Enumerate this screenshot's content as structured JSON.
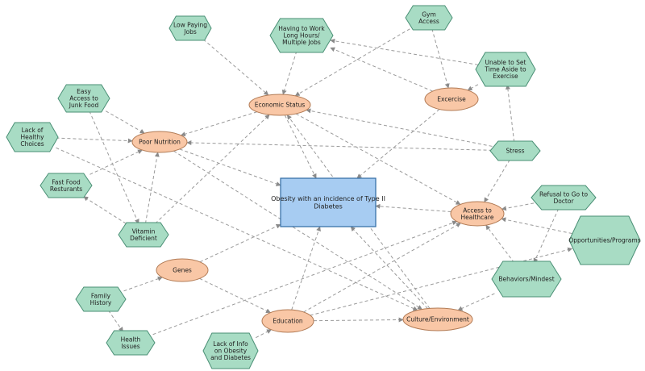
{
  "nodes": {
    "central": {
      "label": [
        "Obesity with an incidence of Type II",
        "Diabetes"
      ]
    },
    "economic_status": {
      "label": [
        "Economic Status"
      ]
    },
    "poor_nutrition": {
      "label": [
        "Poor Nutrition"
      ]
    },
    "excercise": {
      "label": [
        "Excercise"
      ]
    },
    "access_healthcare": {
      "label": [
        "Access to",
        "Healthcare"
      ]
    },
    "genes": {
      "label": [
        "Genes"
      ]
    },
    "education": {
      "label": [
        "Education"
      ]
    },
    "culture_environment": {
      "label": [
        "Culture/Environment"
      ]
    },
    "low_paying_jobs": {
      "label": [
        "Low Paying",
        "Jobs"
      ]
    },
    "work_long_hours": {
      "label": [
        "Having to Work",
        "Long Hours/",
        "Multiple Jobs"
      ]
    },
    "gym_access": {
      "label": [
        "Gym",
        "Access"
      ]
    },
    "unable_set_time": {
      "label": [
        "Unable to Set",
        "Time Aside to",
        "Exercise"
      ]
    },
    "easy_access_junk": {
      "label": [
        "Easy",
        "Access to",
        "Junk Food"
      ]
    },
    "lack_healthy_choices": {
      "label": [
        "Lack of",
        "Healthy",
        "Choices"
      ]
    },
    "fast_food": {
      "label": [
        "Fast Food",
        "Resturants"
      ]
    },
    "stress": {
      "label": [
        "Stress"
      ]
    },
    "refusal_doctor": {
      "label": [
        "Refusal to Go to",
        "Doctor"
      ]
    },
    "opportunities": {
      "label": [
        "Opportunities/Programs"
      ]
    },
    "vitamin_deficient": {
      "label": [
        "Vitamin",
        "Deficient"
      ]
    },
    "behaviors_mindset": {
      "label": [
        "Behaviors/Mindest"
      ]
    },
    "family_history": {
      "label": [
        "Family",
        "History"
      ]
    },
    "health_issues": {
      "label": [
        "Health",
        "Issues"
      ]
    },
    "lack_info": {
      "label": [
        "Lack of Info",
        "on Obesity",
        "and Diabetes"
      ]
    }
  }
}
